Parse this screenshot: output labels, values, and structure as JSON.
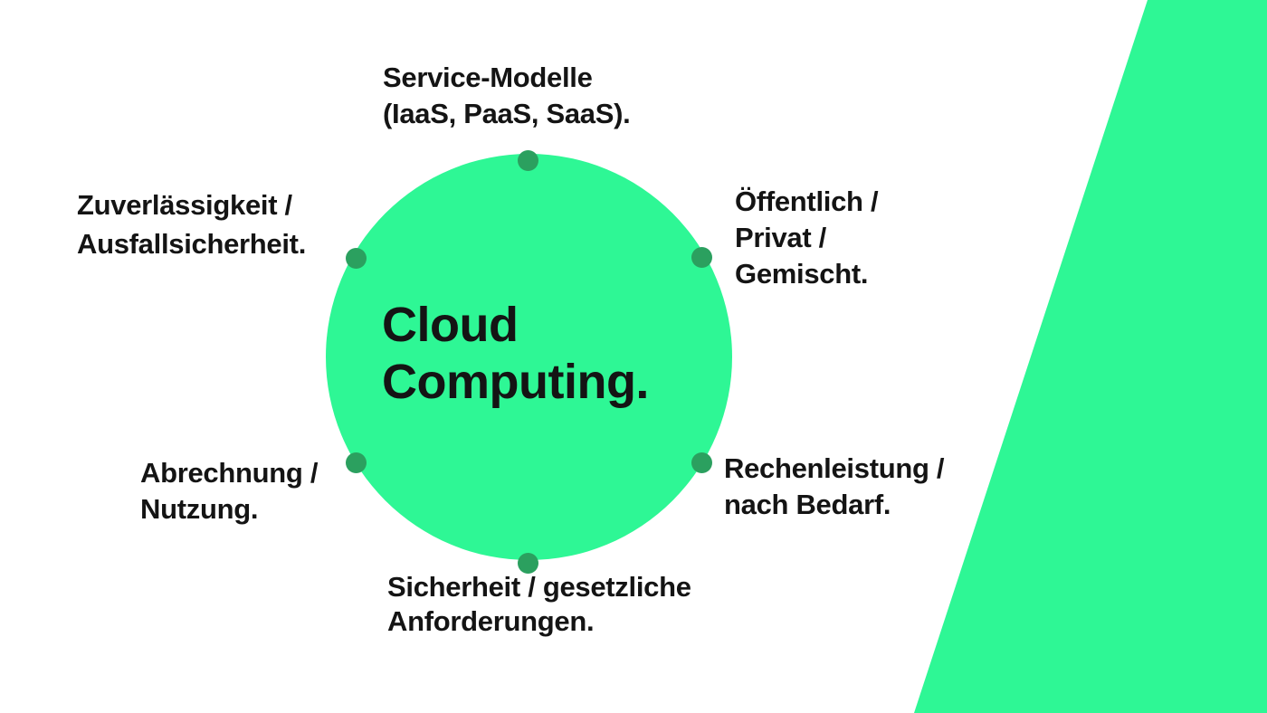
{
  "colors": {
    "background": "#ffffff",
    "accent_green": "#2EF795",
    "node_dot_green": "#2BA05F",
    "text": "#141414"
  },
  "center": {
    "title": "Cloud Computing.",
    "lines": [
      "Cloud",
      "Computing."
    ]
  },
  "labels": [
    {
      "id": "service-modelle",
      "position": "top",
      "lines": [
        "Service-Modelle",
        "(IaaS, PaaS, SaaS)."
      ]
    },
    {
      "id": "zuverlaessigkeit",
      "position": "upper-left",
      "lines": [
        "Zuverlässigkeit /",
        "Ausfallsicherheit."
      ]
    },
    {
      "id": "oeffentlich",
      "position": "upper-right",
      "lines": [
        "Öffentlich /",
        "Privat /",
        "Gemischt."
      ]
    },
    {
      "id": "abrechnung",
      "position": "lower-left",
      "lines": [
        "Abrechnung /",
        "Nutzung."
      ]
    },
    {
      "id": "rechenleistung",
      "position": "lower-right",
      "lines": [
        "Rechenleistung /",
        "nach Bedarf."
      ]
    },
    {
      "id": "sicherheit",
      "position": "bottom",
      "lines": [
        "Sicherheit / gesetzliche",
        "Anforderungen."
      ]
    }
  ]
}
